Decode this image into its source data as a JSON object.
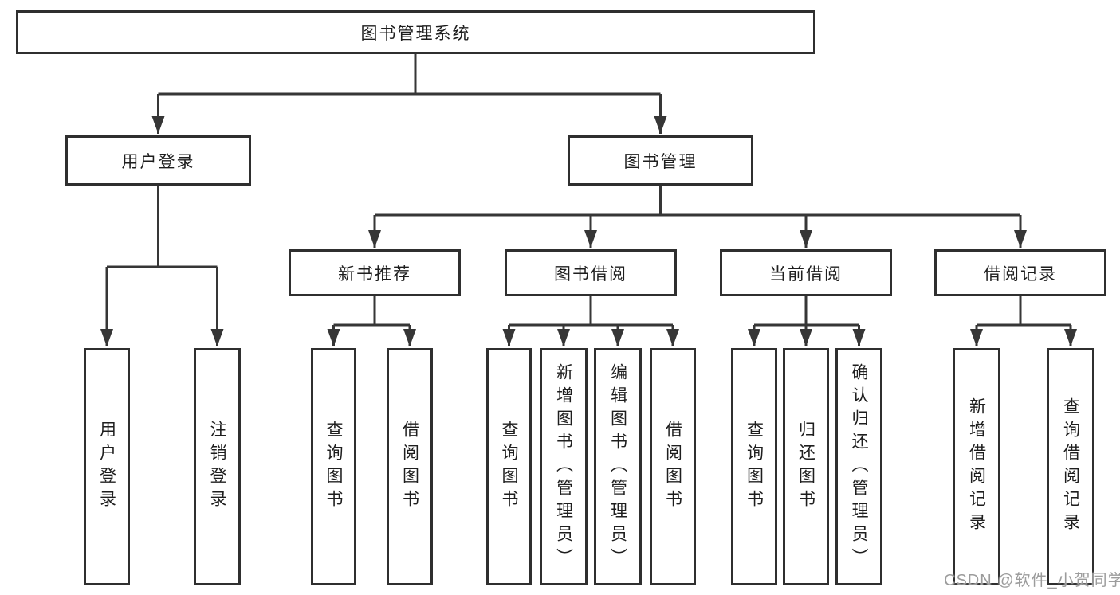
{
  "nodes": {
    "root": "图书管理系统",
    "user_login": "用户登录",
    "book_mgmt": "图书管理",
    "new_book_rec": "新书推荐",
    "book_borrow": "图书借阅",
    "current_borrow": "当前借阅",
    "borrow_records": "借阅记录",
    "leaf_user_login": "用户登录",
    "leaf_logout": "注销登录",
    "leaf_nbr_query": "查询图书",
    "leaf_nbr_borrow": "借阅图书",
    "leaf_bb_query": "查询图书",
    "leaf_bb_add": "新增图书（管理员）",
    "leaf_bb_edit": "编辑图书（管理员）",
    "leaf_bb_borrow": "借阅图书",
    "leaf_cb_query": "查询图书",
    "leaf_cb_return": "归还图书",
    "leaf_cb_confirm": "确认归还（管理员）",
    "leaf_br_add": "新增借阅记录",
    "leaf_br_query": "查询借阅记录"
  },
  "watermark": "CSDN @软件_小贺同学",
  "colors": {
    "line": "#363636",
    "border": "#2f2f2f",
    "text": "#1e1e1e",
    "watermark": "#9c9c9c",
    "background": "#ffffff"
  }
}
